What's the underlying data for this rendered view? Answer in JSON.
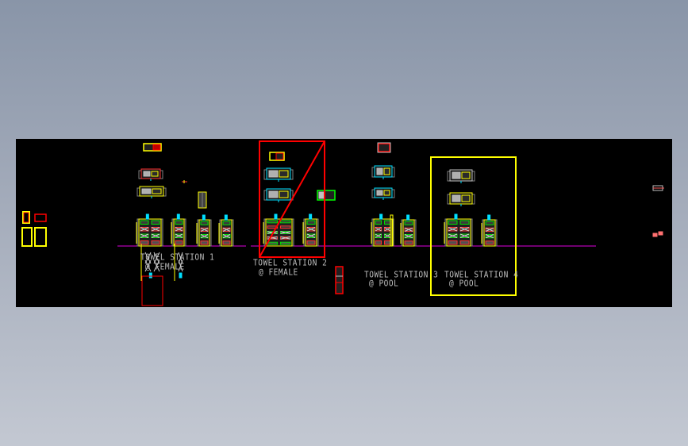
{
  "drawing": {
    "background_color": "#000000",
    "ground_line_color": "#e000e0",
    "stations": [
      {
        "title": "TOWEL STATION 1",
        "location": "@ FEMALE"
      },
      {
        "title": "TOWEL STATION 2",
        "location": "@ FEMALE"
      },
      {
        "title": "TOWEL STATION 3",
        "location": "@ POOL"
      },
      {
        "title": "TOWEL STATION 4",
        "location": "@ POOL"
      }
    ],
    "highlight_boxes": [
      {
        "color": "#ff0000",
        "target": "TOWEL STATION 2",
        "style": "crossed"
      },
      {
        "color": "#ffff00",
        "target": "TOWEL STATION 4",
        "style": "outline"
      }
    ]
  }
}
